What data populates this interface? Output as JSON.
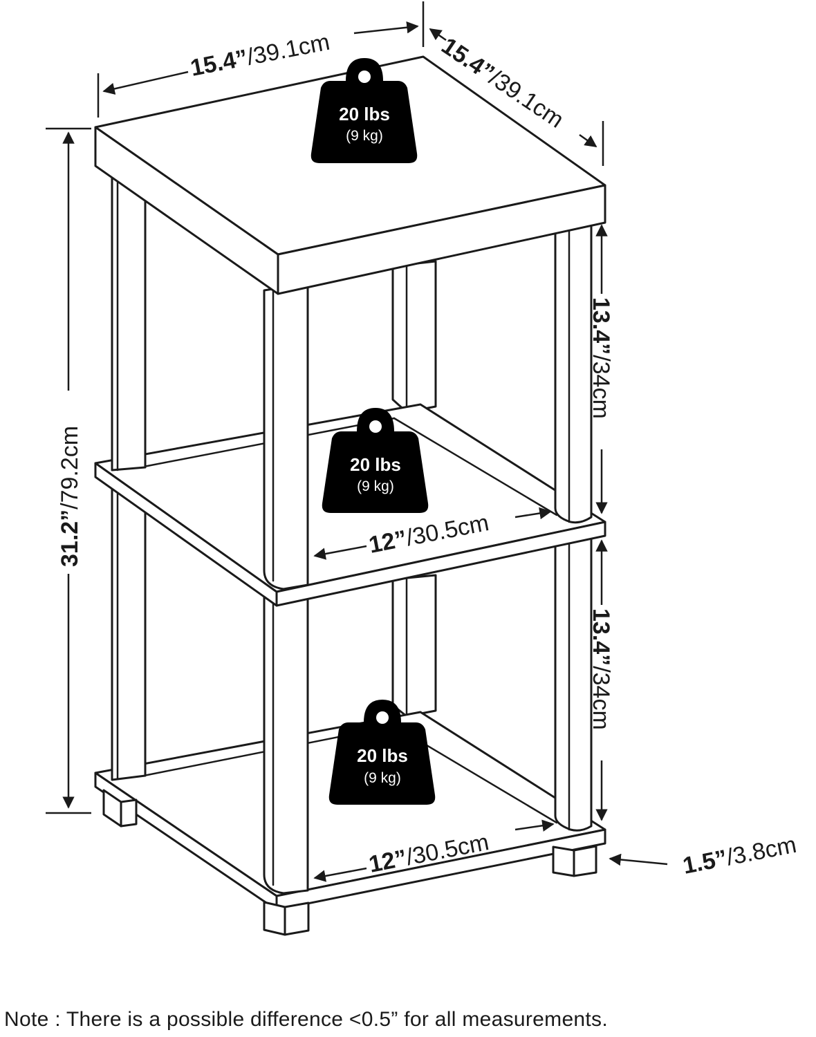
{
  "dimensions": {
    "top_width_in": "15.4”",
    "top_width_cm": "/39.1cm",
    "top_depth_in": "15.4”",
    "top_depth_cm": "/39.1cm",
    "height_in": "31.2”",
    "height_cm": "/79.2cm",
    "upper_gap_in": "13.4”",
    "upper_gap_cm": "/34cm",
    "lower_gap_in": "13.4”",
    "lower_gap_cm": "/34cm",
    "middle_width_in": "12”",
    "middle_width_cm": "/30.5cm",
    "bottom_width_in": "12”",
    "bottom_width_cm": "/30.5cm",
    "foot_height_in": "1.5”",
    "foot_height_cm": "/3.8cm"
  },
  "weights": [
    {
      "capacity": "20 lbs",
      "metric": "(9 kg)"
    },
    {
      "capacity": "20 lbs",
      "metric": "(9 kg)"
    },
    {
      "capacity": "20 lbs",
      "metric": "(9 kg)"
    }
  ],
  "note": "Note : There is a possible difference <0.5” for all measurements.",
  "colors": {
    "line": "#1a1a1a",
    "fill": "#ffffff",
    "weight_fill": "#000000"
  }
}
